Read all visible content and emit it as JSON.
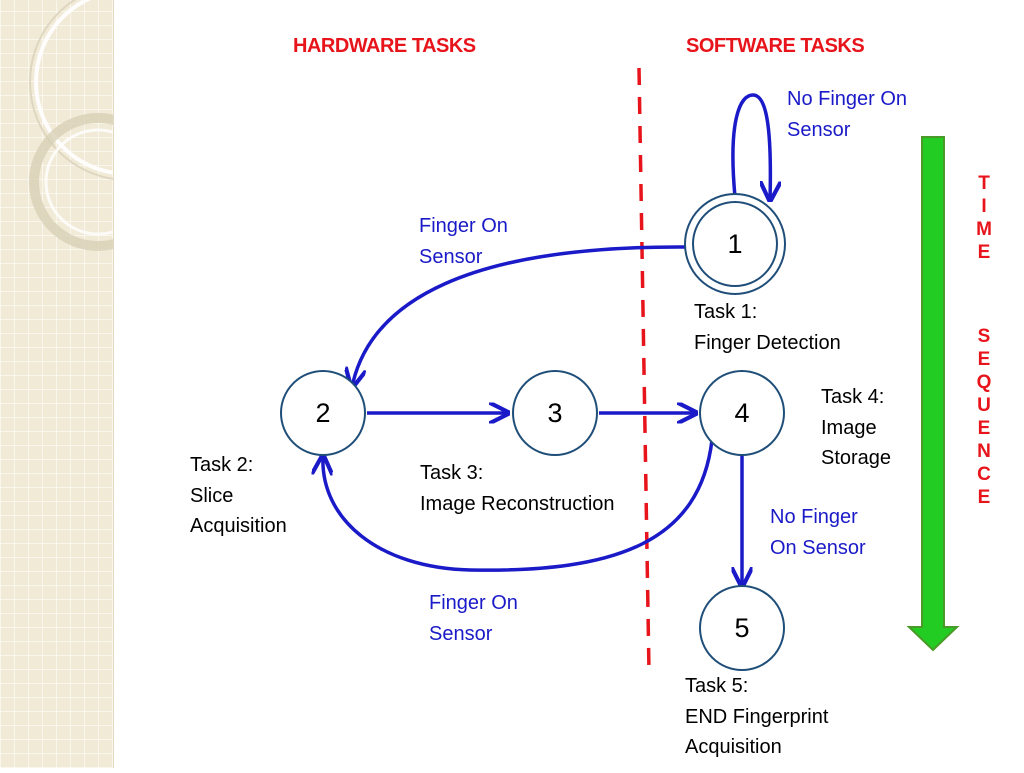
{
  "headings": {
    "hardware": "HARDWARE TASKS",
    "software": "SOFTWARE TASKS"
  },
  "nodes": [
    {
      "id": "1",
      "label": "1",
      "accepting": true
    },
    {
      "id": "2",
      "label": "2"
    },
    {
      "id": "3",
      "label": "3"
    },
    {
      "id": "4",
      "label": "4"
    },
    {
      "id": "5",
      "label": "5"
    }
  ],
  "tasks": {
    "task1": [
      "Task 1:",
      "Finger Detection"
    ],
    "task2": [
      "Task 2:",
      "Slice",
      "Acquisition"
    ],
    "task3": [
      "Task 3:",
      "Image Reconstruction"
    ],
    "task4": [
      "Task 4:",
      "Image",
      "Storage"
    ],
    "task5": [
      "Task 5:",
      "END Fingerprint",
      "Acquisition"
    ]
  },
  "edge_labels": {
    "self_loop_1": [
      "No Finger On",
      "Sensor"
    ],
    "edge_1_to_2": [
      "Finger On",
      "Sensor"
    ],
    "edge_4_to_2": [
      "Finger On",
      "Sensor"
    ],
    "edge_4_to_5": [
      "No Finger",
      "On Sensor"
    ]
  },
  "time_sequence": {
    "word1": [
      "T",
      "I",
      "M",
      "E"
    ],
    "word2": [
      "S",
      "E",
      "Q",
      "U",
      "E",
      "N",
      "C",
      "E"
    ]
  },
  "colors": {
    "heading": "#e8141b",
    "edge": "#1a1ac8",
    "divider": "#e8141b",
    "time_arrow": "#22cc22",
    "time_arrow_border": "#4a9a2a",
    "node_border": "#1f4e79"
  }
}
